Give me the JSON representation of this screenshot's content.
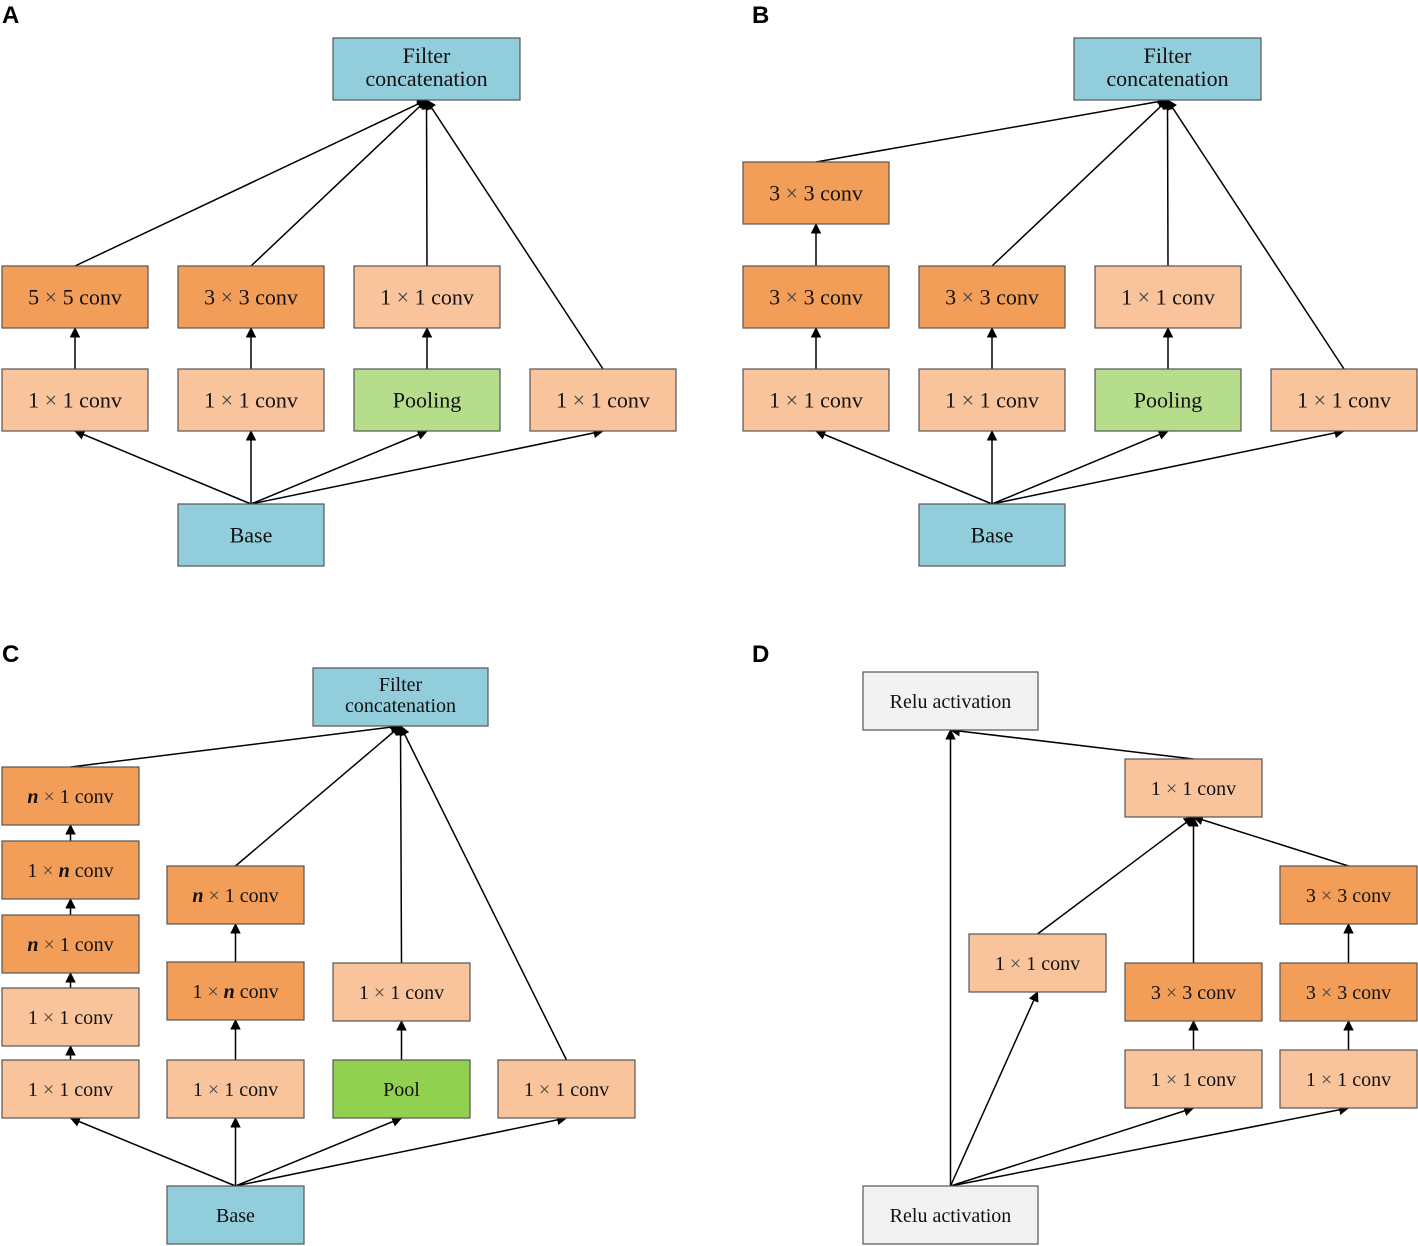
{
  "panels": [
    {
      "letter": "A",
      "nodes": {
        "fc": "Filter concatenation",
        "a1": "5 × 5 conv",
        "a2": "3 × 3 conv",
        "a3": "1 × 1 conv",
        "a4": "1 × 1 conv",
        "a5": "1 × 1 conv",
        "a6": "Pooling",
        "a7": "1 × 1 conv",
        "base": "Base"
      }
    },
    {
      "letter": "B",
      "nodes": {
        "fc": "Filter concatenation",
        "b0": "3 × 3 conv",
        "b1": "3 × 3 conv",
        "b2": "3 × 3 conv",
        "b3": "1 × 1 conv",
        "b4": "1 × 1 conv",
        "b5": "1 × 1 conv",
        "b6": "Pooling",
        "b7": "1 × 1 conv",
        "base": "Base"
      }
    },
    {
      "letter": "C",
      "nodes": {
        "fc": "Filter concatenation",
        "c1": "n × 1 conv",
        "c2": "1 × n conv",
        "c3": "n × 1 conv",
        "c4": "1 × 1 conv",
        "c5": "1 × 1 conv",
        "c6": "n × 1 conv",
        "c7": "1 × n conv",
        "c8": "1 × 1 conv",
        "c9": "1 × 1 conv",
        "c10": "Pool",
        "c11": "1 × 1 conv",
        "base": "Base"
      }
    },
    {
      "letter": "D",
      "nodes": {
        "top": "Relu activation",
        "d1": "1 × 1 conv",
        "d2": "1 × 1 conv",
        "d3": "3 × 3 conv",
        "d4": "3 × 3 conv",
        "d5": "3 × 3 conv",
        "d6": "1 × 1 conv",
        "d7": "1 × 1 conv",
        "bottom": "Relu activation"
      }
    }
  ],
  "colors": {
    "blue": "#92CDDC",
    "dark_orange": "#F29D58",
    "light_orange": "#F9C49C",
    "pale_green": "#B5DD8B",
    "green": "#92D050",
    "gray": "#F2F2F2"
  }
}
